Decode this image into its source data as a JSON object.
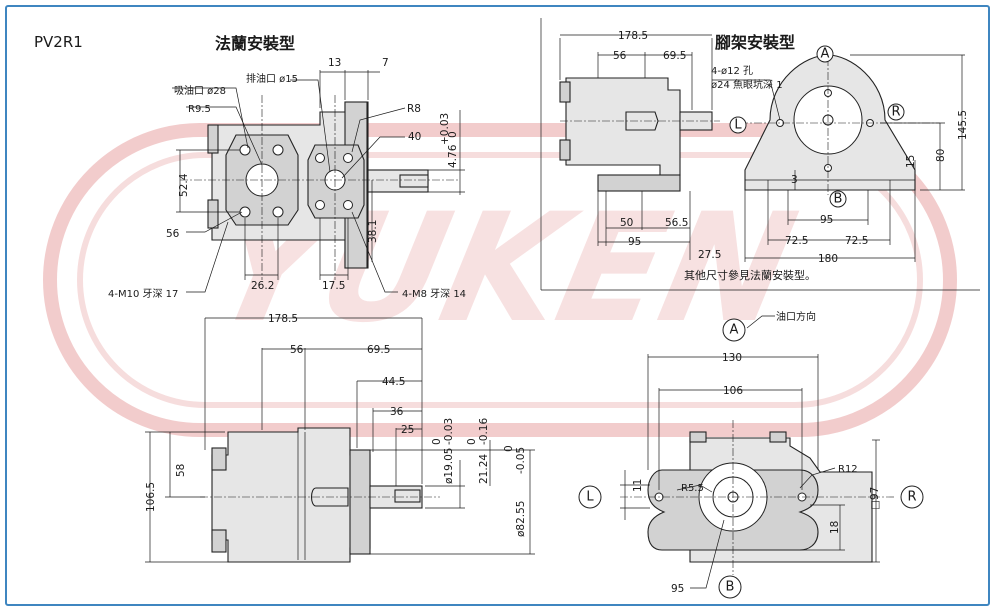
{
  "model": "PV2R1",
  "titles": {
    "flange_mount": "法蘭安裝型",
    "foot_mount": "腳架安裝型"
  },
  "labels": {
    "suction_port": "吸油口 ø28",
    "discharge_port": "排油口 ø15",
    "bolt_m10": "4-M10 牙深 17",
    "bolt_m8": "4-M8 牙深 14",
    "foot_holes_1": "4-ø12 孔",
    "foot_holes_2": "ø24 魚眼坑深 1",
    "port_direction": "油口方向",
    "foot_note": "其他尺寸參見法蘭安裝型。"
  },
  "markers": {
    "A": "A",
    "B": "B",
    "L": "L",
    "R": "R"
  },
  "dims_flange_top": {
    "r95": "R9.5",
    "d52_4": "52.4",
    "d56": "56",
    "d26_2": "26.2",
    "d13": "13",
    "d7": "7",
    "r8": "R8",
    "d40": "40",
    "tol_top": "+0.03",
    "tol_bot": "0",
    "d4_76": "4.76",
    "d17_5": "17.5",
    "d38_1": "38.1"
  },
  "dims_foot": {
    "d178_5": "178.5",
    "d56": "56",
    "d69_5": "69.5",
    "d50": "50",
    "d56_5": "56.5",
    "d95": "95",
    "d27_5": "27.5",
    "d3": "3",
    "d95b": "95",
    "d72_5a": "72.5",
    "d72_5b": "72.5",
    "d180": "180",
    "d15": "15",
    "d80": "80",
    "d145_5": "145.5"
  },
  "dims_side": {
    "d178_5": "178.5",
    "d56": "56",
    "d69_5": "69.5",
    "d44_5": "44.5",
    "d36": "36",
    "d25": "25",
    "d58": "58",
    "d106_5": "106.5",
    "shaft_dia": "ø19.05",
    "shaft_tol_top": "0",
    "shaft_tol_bot": "-0.03",
    "key": "21.24",
    "key_tol_top": "0",
    "key_tol_bot": "-0.16",
    "pilot": "ø82.55",
    "pilot_tol_top": "0",
    "pilot_tol_bot": "-0.05"
  },
  "dims_front": {
    "d130": "130",
    "d106": "106",
    "d11": "11",
    "r5_5": "R5.5",
    "r12": "R12",
    "d97": "□97",
    "d18": "18",
    "d95": "95"
  },
  "colors": {
    "frame": "#3f86c0",
    "watermark": "#f1c7c7",
    "part": "#e6e6e6"
  }
}
